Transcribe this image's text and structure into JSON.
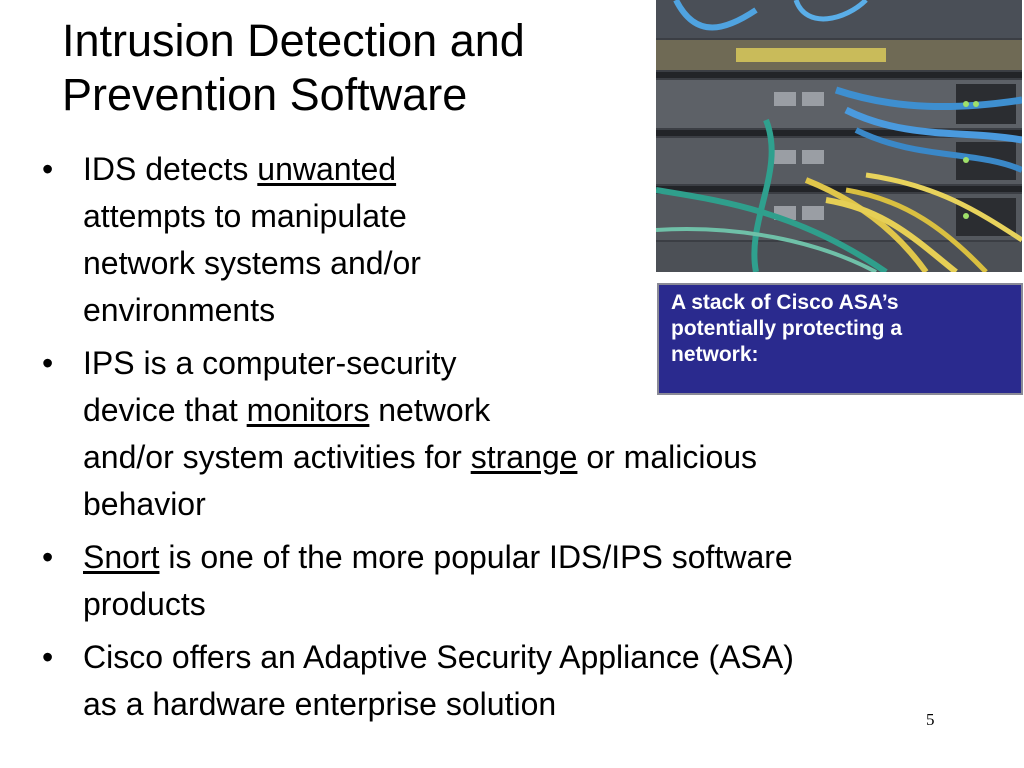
{
  "slide": {
    "title_line1": "Intrusion Detection and",
    "title_line2": "Prevention Software",
    "page_number": "5"
  },
  "bullets": [
    {
      "bullet_char": "•",
      "lines": [
        [
          {
            "text": "IDS detects "
          },
          {
            "text": "unwanted",
            "underline": true
          }
        ],
        [
          {
            "text": "attempts to manipulate"
          }
        ],
        [
          {
            "text": "network systems and/or"
          }
        ],
        [
          {
            "text": "environments"
          }
        ]
      ]
    },
    {
      "bullet_char": "•",
      "lines": [
        [
          {
            "text": "IPS is a computer-security"
          }
        ],
        [
          {
            "text": "device that "
          },
          {
            "text": "monitors",
            "underline": true
          },
          {
            "text": " network"
          }
        ],
        [
          {
            "text": "and/or system activities for "
          },
          {
            "text": "strange",
            "underline": true
          },
          {
            "text": " or malicious"
          }
        ],
        [
          {
            "text": "behavior"
          }
        ]
      ]
    },
    {
      "bullet_char": "•",
      "lines": [
        [
          {
            "text": "Snort",
            "underline": true
          },
          {
            "text": " is one of the more popular IDS/IPS software"
          }
        ],
        [
          {
            "text": "products"
          }
        ]
      ]
    },
    {
      "bullet_char": "•",
      "lines": [
        [
          {
            "text": "Cisco offers an Adaptive Security Appliance (ASA)"
          }
        ],
        [
          {
            "text": "as a hardware enterprise solution"
          }
        ]
      ]
    }
  ],
  "caption": {
    "line1": "A stack of Cisco ASA’s",
    "line2": "potentially protecting a",
    "line3": "network:"
  },
  "colors": {
    "caption_bg": "#2a2a8e",
    "caption_text": "#ffffff",
    "body_text": "#000000"
  }
}
